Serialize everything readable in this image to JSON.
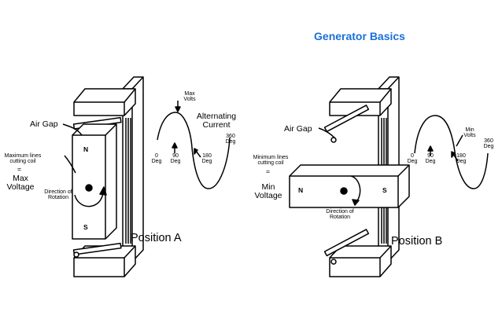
{
  "title": "Generator Basics",
  "colors": {
    "title": "#1a6fd8",
    "ink": "#000000",
    "background": "#ffffff"
  },
  "left": {
    "air_gap": "Air Gap",
    "max_volts": "Max Volts",
    "alternating_current": "Alternating Current",
    "deg_360": "360 Deg",
    "deg_0": "0 Deg",
    "deg_90": "90 Deg",
    "deg_180": "180 Deg",
    "max_lines": "Maximum lines cutting coil",
    "equals": "=",
    "max_voltage": "Max Voltage",
    "direction": "Direction of Rotation",
    "pole_n": "N",
    "pole_s": "S",
    "position": "Position A"
  },
  "right": {
    "air_gap": "Air Gap",
    "min_volts": "Min Volts",
    "deg_360": "360 Deg",
    "deg_0": "0 Deg",
    "deg_90": "90 Deg",
    "deg_180": "180 Deg",
    "min_lines": "Minimum lines cutting coil",
    "equals": "=",
    "min_voltage": "Min Voltage",
    "direction": "Direction of Rotation",
    "pole_n": "N",
    "pole_s": "S",
    "position": "Position B"
  }
}
